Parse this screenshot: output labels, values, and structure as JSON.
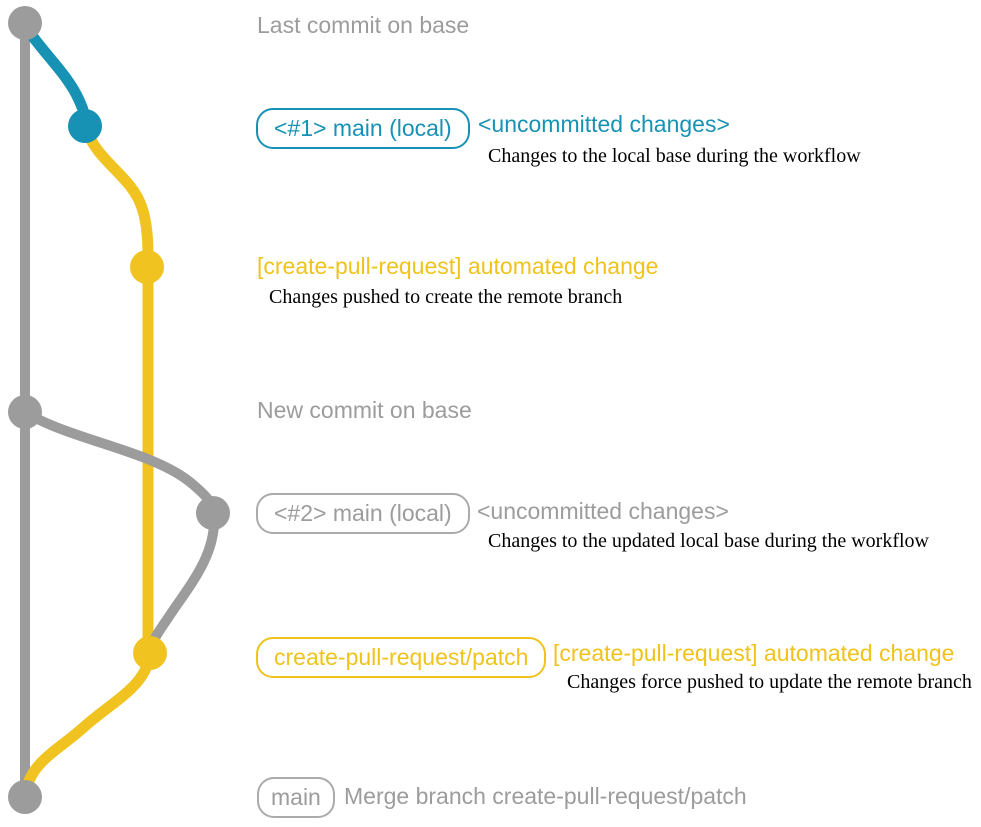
{
  "colors": {
    "base_gray": "#9C9C9C",
    "teal": "#1792B4",
    "yellow": "#F0C320",
    "label_gray": "#9C9C9C",
    "note_black": "#000000"
  },
  "graph": {
    "nodes": [
      {
        "id": "last-commit-on-base",
        "color": "gray"
      },
      {
        "id": "main-local-1",
        "color": "teal"
      },
      {
        "id": "automated-change-1",
        "color": "yellow"
      },
      {
        "id": "new-commit-on-base",
        "color": "gray"
      },
      {
        "id": "main-local-2",
        "color": "gray"
      },
      {
        "id": "automated-change-2",
        "color": "yellow"
      },
      {
        "id": "merge-commit",
        "color": "gray"
      }
    ]
  },
  "annotations": {
    "last_commit_label": "Last commit on base",
    "section1": {
      "branch_pill": "<#1> main (local)",
      "status": "<uncommitted changes>",
      "note": "Changes to the local base during the workflow"
    },
    "section2": {
      "commit_title": "[create-pull-request] automated change",
      "note": "Changes pushed to create the remote branch"
    },
    "new_commit_label": "New commit on base",
    "section3": {
      "branch_pill": "<#2> main (local)",
      "status": "<uncommitted changes>",
      "note": "Changes to the updated local base during the workflow"
    },
    "section4": {
      "branch_pill": "create-pull-request/patch",
      "commit_title": "[create-pull-request] automated change",
      "note": "Changes force pushed to update the remote branch"
    },
    "section5": {
      "branch_pill": "main",
      "commit_message": "Merge branch create-pull-request/patch"
    }
  }
}
